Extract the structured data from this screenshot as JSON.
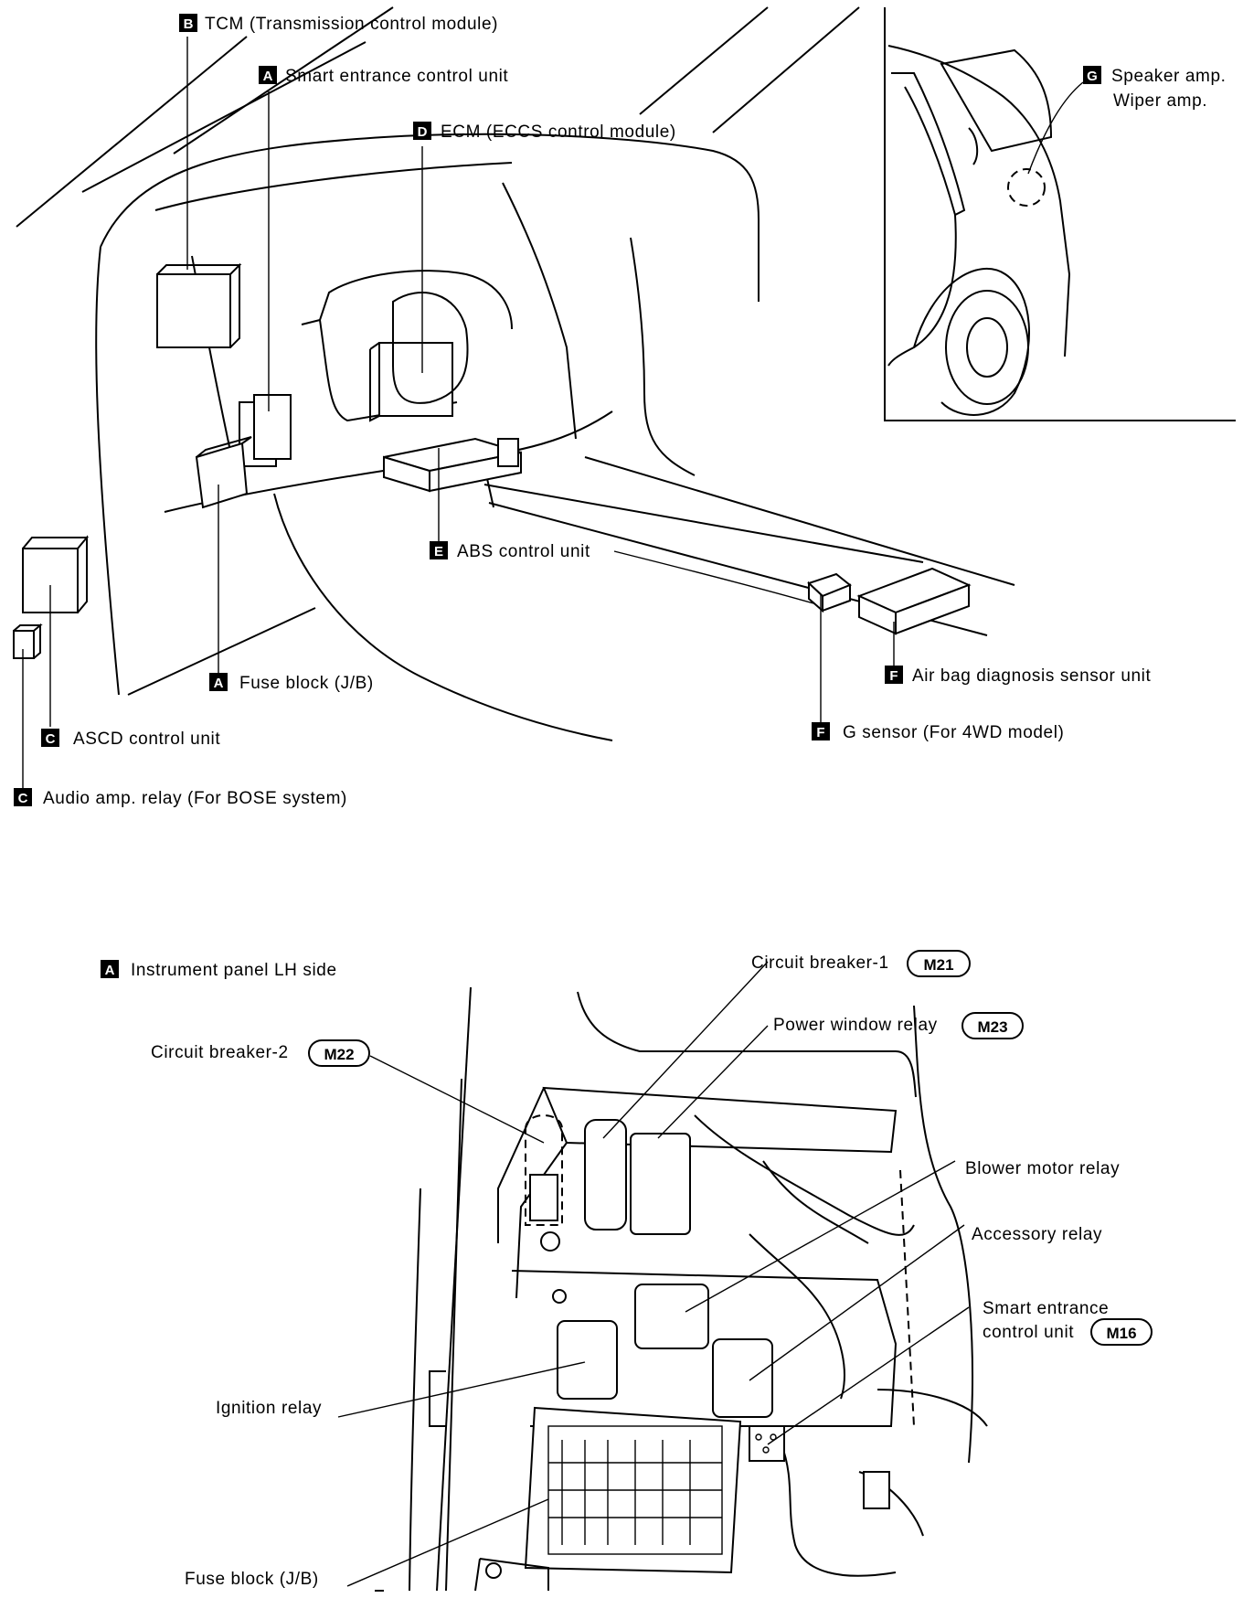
{
  "top_view": {
    "labels": {
      "tcm": {
        "badge": "B",
        "text": "TCM (Transmission control module)"
      },
      "smart_entrance": {
        "badge": "A",
        "text": "Smart entrance control unit"
      },
      "ecm": {
        "badge": "D",
        "text": "ECM (ECCS control module)"
      },
      "abs": {
        "badge": "E",
        "text": "ABS control unit"
      },
      "fuse_block": {
        "badge": "A",
        "text": "Fuse block (J/B)"
      },
      "ascd": {
        "badge": "C",
        "text": "ASCD control unit"
      },
      "audio_relay": {
        "badge": "C",
        "text": "Audio amp. relay (For BOSE system)"
      },
      "airbag": {
        "badge": "F",
        "text": "Air bag diagnosis sensor unit"
      },
      "g_sensor": {
        "badge": "F",
        "text": "G sensor (For 4WD model)"
      },
      "speaker_amp": {
        "badge": "G",
        "text": "Speaker amp.",
        "text2": "Wiper amp."
      }
    }
  },
  "bottom_view": {
    "title": {
      "badge": "A",
      "text": "Instrument panel LH side"
    },
    "labels": {
      "cb1": {
        "text": "Circuit breaker-1",
        "connector": "M21"
      },
      "pw_relay": {
        "text": "Power window relay",
        "connector": "M23"
      },
      "cb2": {
        "text": "Circuit breaker-2",
        "connector": "M22"
      },
      "blower": {
        "text": "Blower motor relay"
      },
      "accessory": {
        "text": "Accessory relay"
      },
      "ignition": {
        "text": "Ignition relay"
      },
      "smart_unit": {
        "text": "Smart entrance",
        "text2": "control unit",
        "connector": "M16"
      },
      "fuse_block": {
        "text": "Fuse block (J/B)"
      }
    }
  }
}
